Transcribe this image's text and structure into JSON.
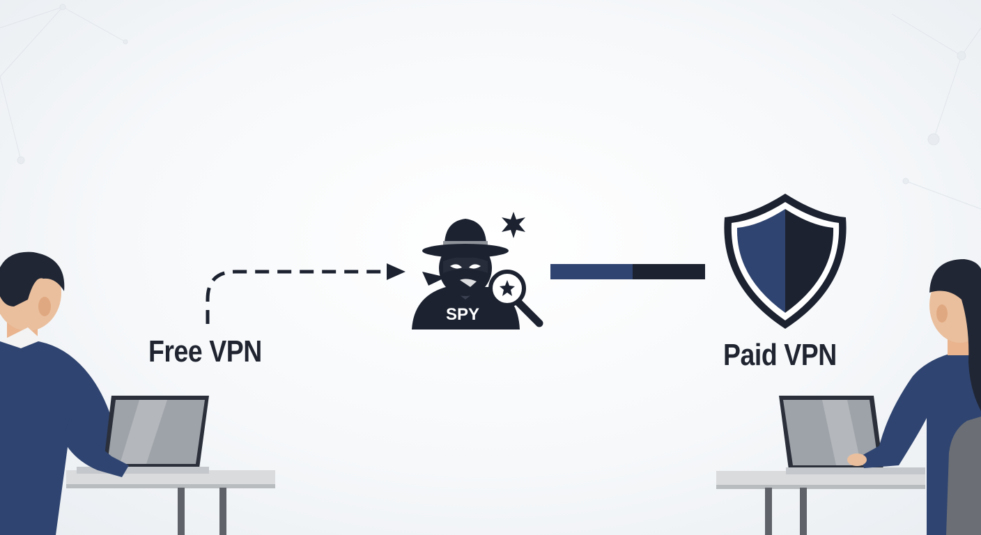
{
  "labels": {
    "free": "Free VPN",
    "paid": "Paid VPN",
    "spy": "SPY"
  },
  "icons": [
    "hacker-spy-icon",
    "magnifying-glass-icon",
    "shield-icon",
    "laptop-icon",
    "person-icon",
    "desk-icon",
    "chair-icon",
    "dashed-arrow-icon",
    "connection-bar-icon",
    "sparkle-icon"
  ],
  "colors": {
    "navy": "#2f4470",
    "dark": "#1c2230",
    "text": "#1f2430",
    "laptop_gray": "#8a8f96",
    "desk": "#d9dbdd"
  }
}
